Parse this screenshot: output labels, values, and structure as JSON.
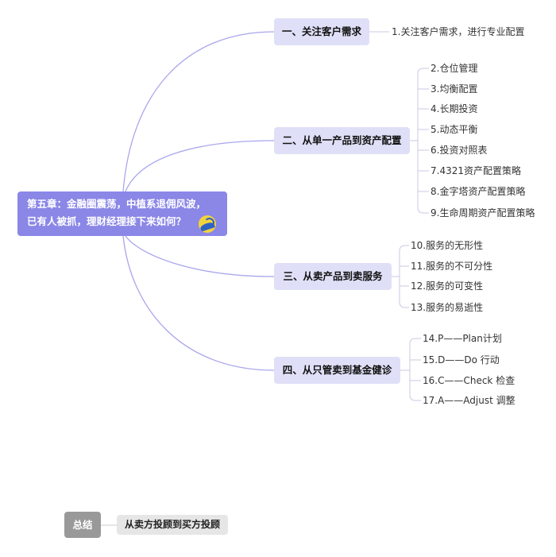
{
  "root": {
    "line1": "第五章：金融圈震荡，中植系退佣风波，",
    "line2": "已有人被抓，理财经理接下来如何？"
  },
  "branches": [
    {
      "label": "一、关注客户需求",
      "leaves": [
        "1.关注客户需求，进行专业配置"
      ]
    },
    {
      "label": "二、从单一产品到资产配置",
      "leaves": [
        "2.仓位管理",
        "3.均衡配置",
        "4.长期投资",
        "5.动态平衡",
        "6.投资对照表",
        "7.4321资产配置策略",
        "8.金字塔资产配置策略",
        "9.生命周期资产配置策略"
      ]
    },
    {
      "label": "三、从卖产品到卖服务",
      "leaves": [
        "10.服务的无形性",
        "11.服务的不可分性",
        "12.服务的可变性",
        "13.服务的易逝性"
      ]
    },
    {
      "label": "四、从只管卖到基金健诊",
      "leaves": [
        "14.P——Plan计划",
        "15.D——Do 行动",
        "16.C——Check 检查",
        "17.A——Adjust 调整"
      ]
    }
  ],
  "summary": {
    "label": "总结",
    "leaf": "从卖方投顾到买方投顾"
  },
  "colors": {
    "root": "#8b87e7",
    "branch": "#dfe0f7",
    "main_line": "#a9a6ec",
    "leaf_line": "#c9c9e6",
    "summary_box": "#999999",
    "summary_leaf": "#e6e6e6"
  },
  "icons": {
    "logo": "round-logo-icon"
  }
}
